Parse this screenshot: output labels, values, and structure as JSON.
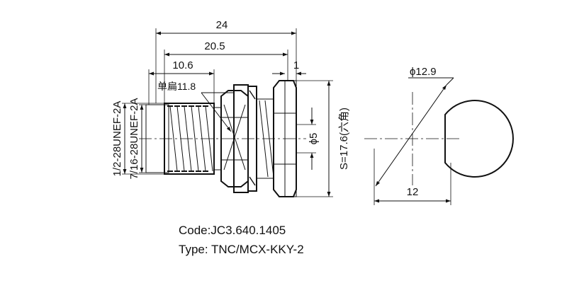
{
  "dimensions": {
    "overall_length": "24",
    "body_length": "20.5",
    "front_length": "10.6",
    "flange_thickness": "1",
    "nut_label": "单扁11.8",
    "pin_diameter": "ϕ5",
    "hex_size": "S=17.6(六角)",
    "outer_diameter": "ϕ12.9",
    "flat_width": "12"
  },
  "threads": {
    "outer": "1/2-28UNEF-2A",
    "inner": "7/16-28UNEF-2A"
  },
  "captions": {
    "code": "Code:JC3.640.1405",
    "type": "Type: TNC/MCX-KKY-2"
  }
}
